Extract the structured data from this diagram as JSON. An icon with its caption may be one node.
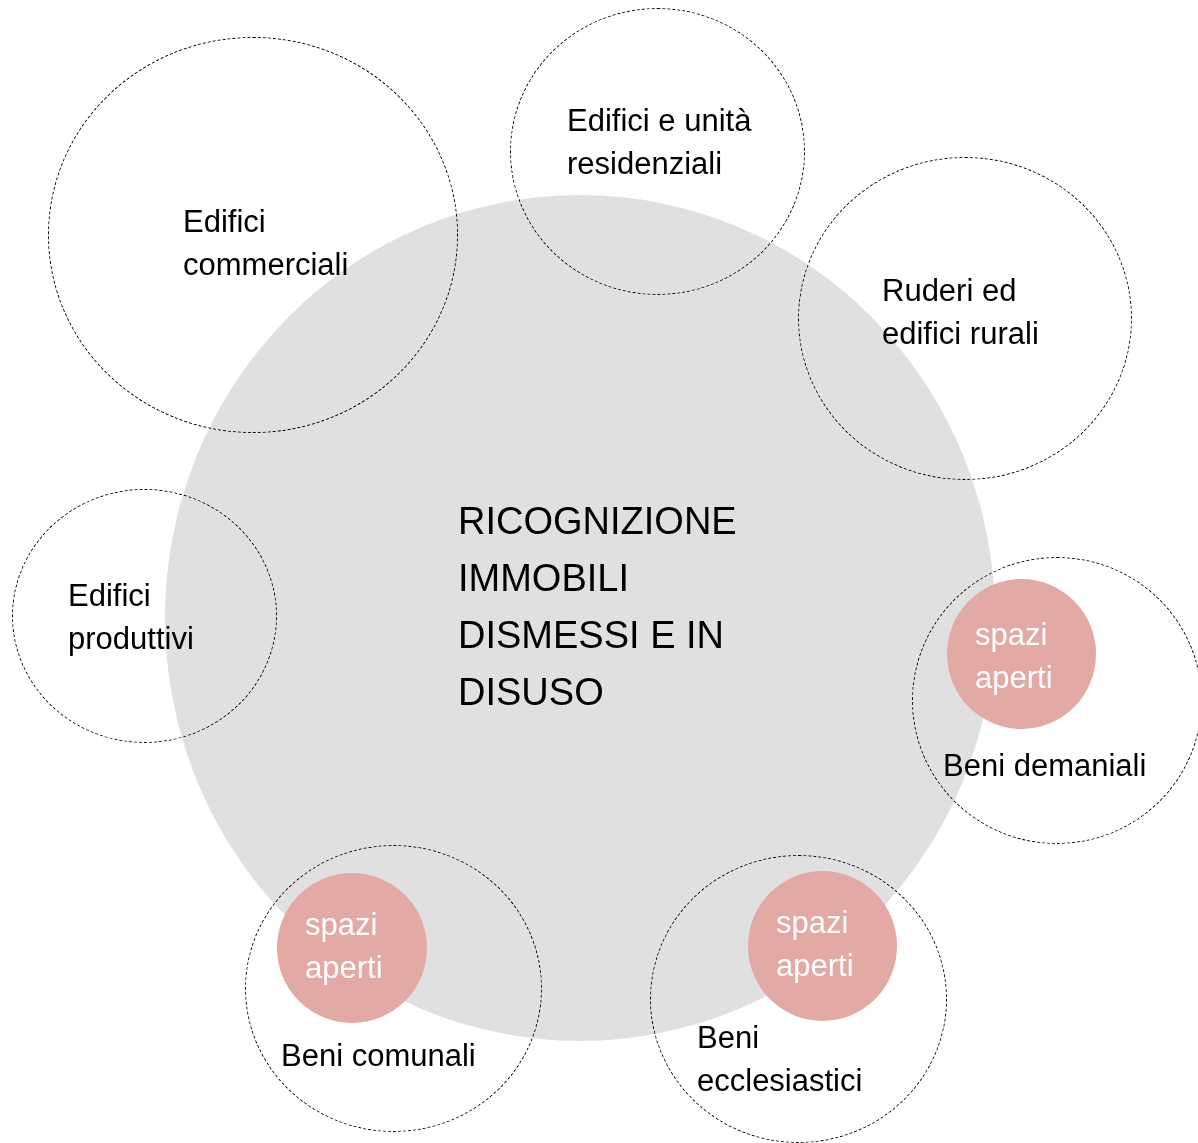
{
  "diagram": {
    "nodes": [
      {
        "text": [
          "Edifici e unità residenziali"
        ]
      },
      {
        "text": [
          "Edifici commerciali"
        ]
      },
      {
        "text": [
          "Ruderi ed edifici rurali"
        ]
      },
      {
        "text": [
          "RICOGNIZIONE IMMOBILI DISMESSI E IN DISUSO"
        ]
      },
      {
        "text": [
          "Edifici produttivi"
        ]
      },
      {
        "text": [
          "Beni demaniali"
        ]
      },
      {
        "text": [
          "spazi aperti"
        ],
        "in": 5
      },
      {
        "text": [
          "Beni comunali"
        ]
      },
      {
        "text": [
          "spazi aperti"
        ]
      },
      {
        "text": [
          "Beni ecclesiastici"
        ]
      },
      {
        "text": [
          "spazi aperti"
        ]
      }
    ],
    "edges": []
  }
}
